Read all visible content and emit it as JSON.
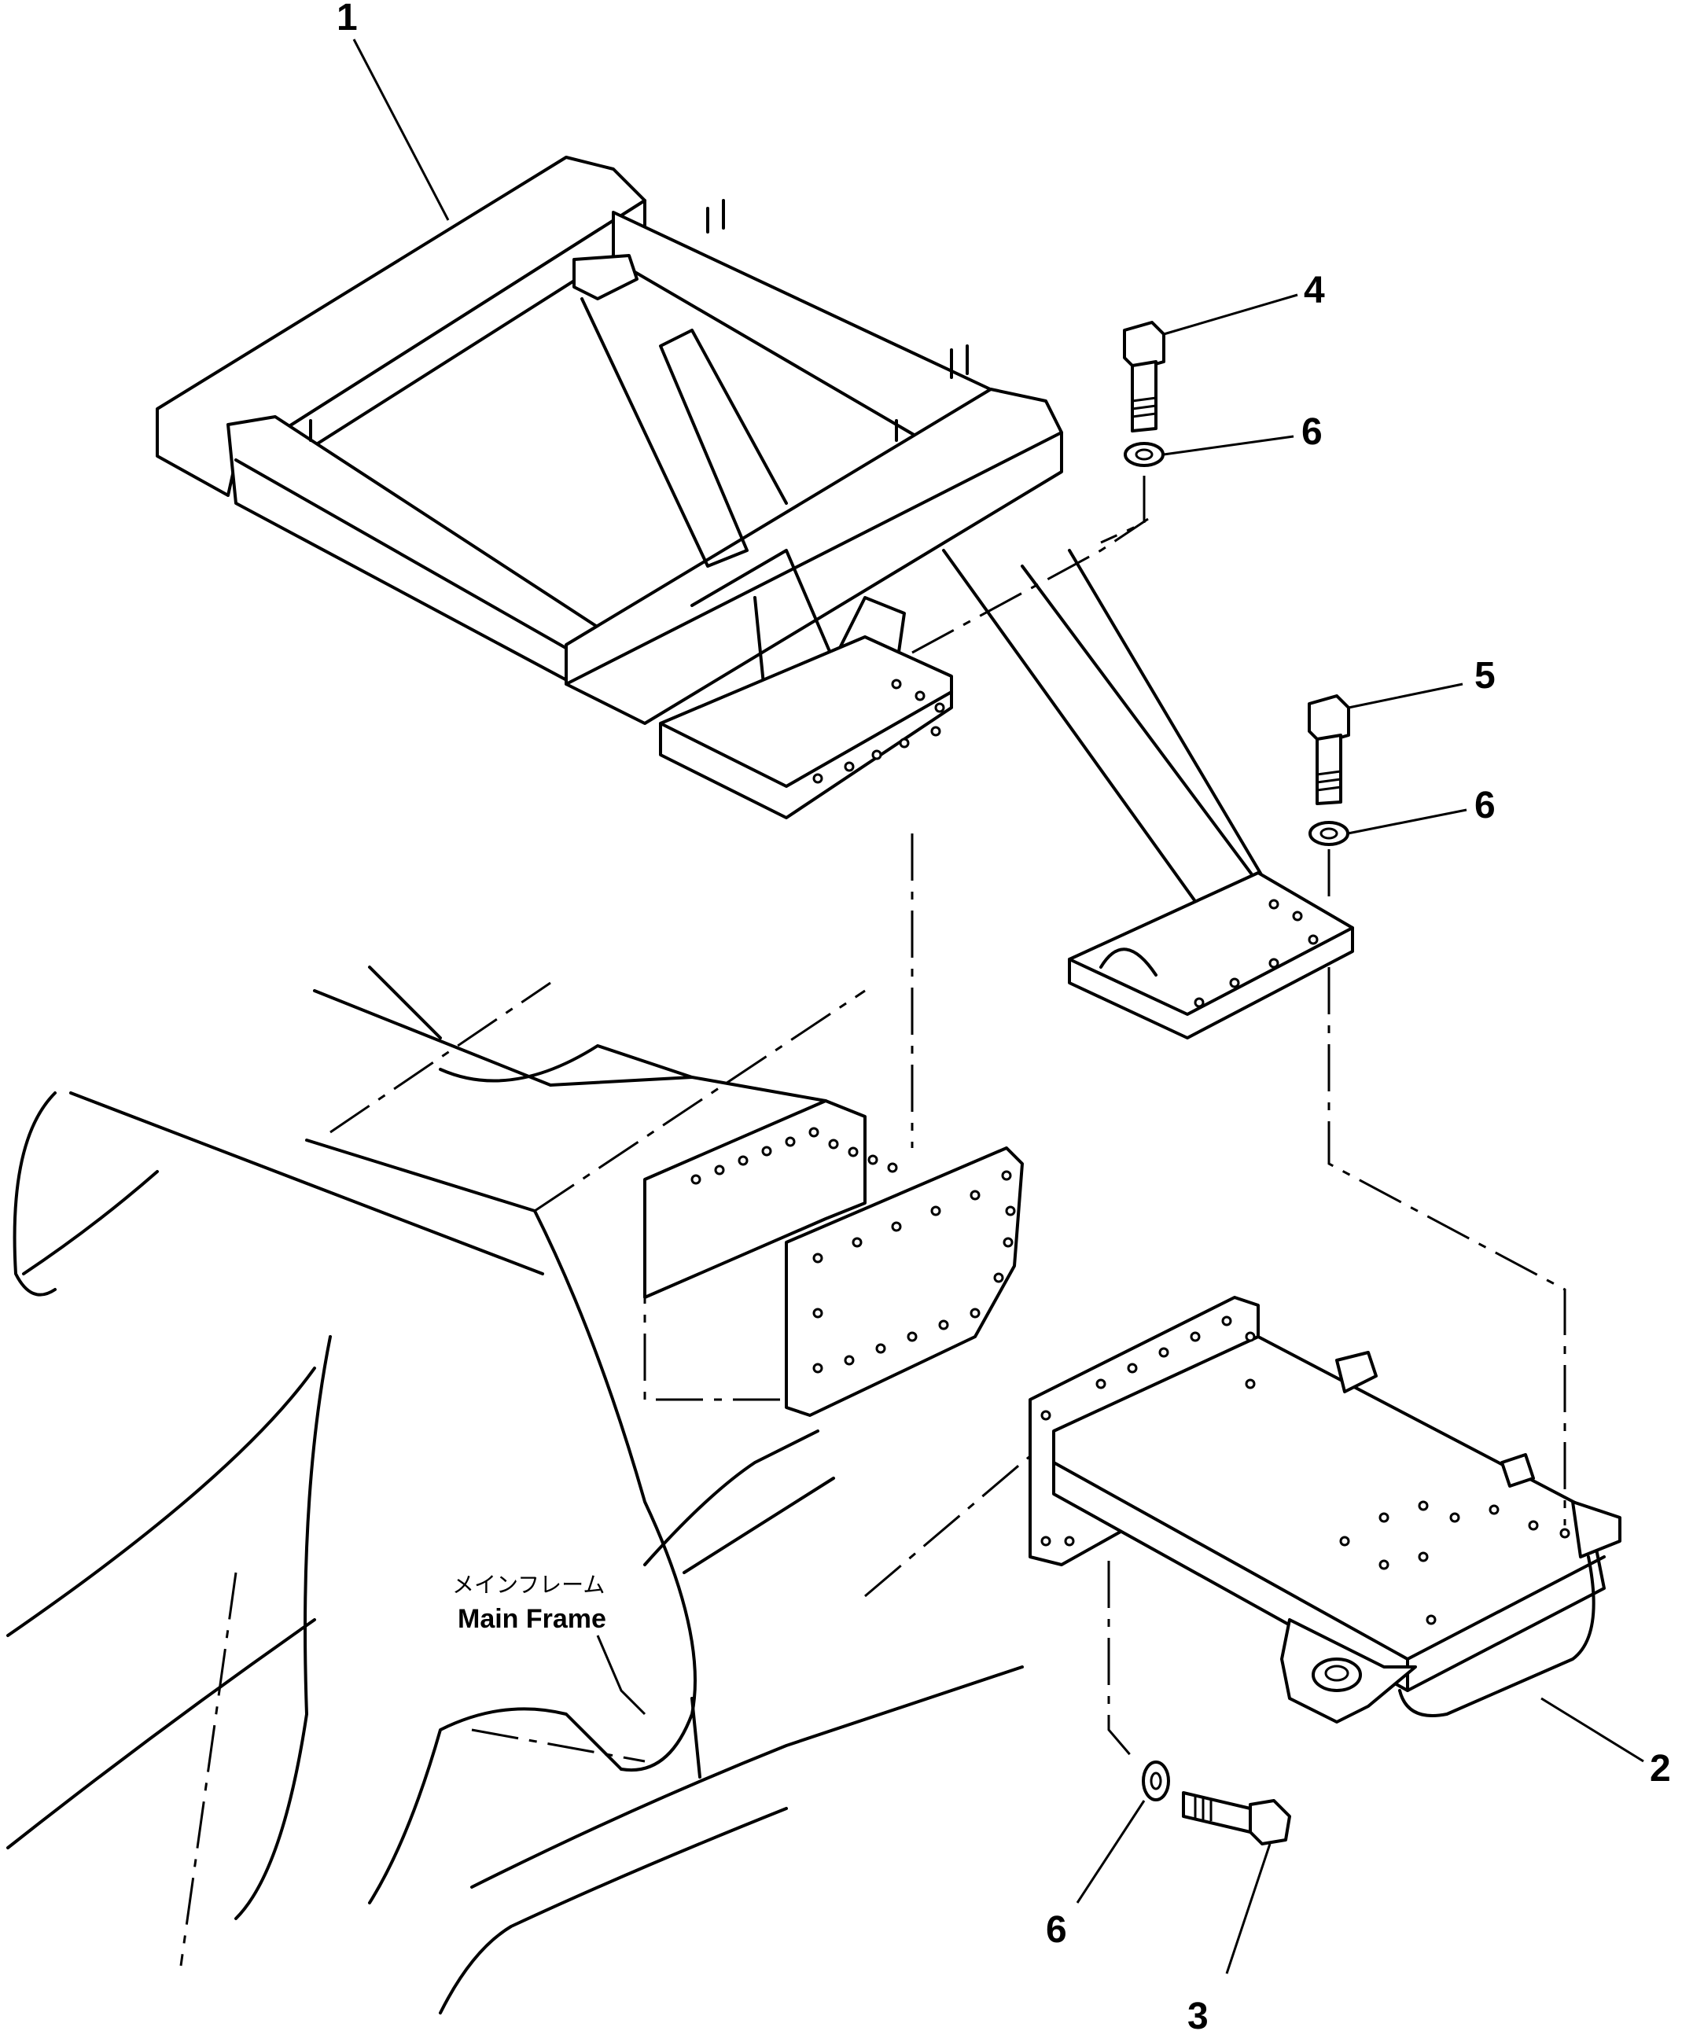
{
  "callouts": {
    "c1": "1",
    "c2": "2",
    "c3": "3",
    "c4": "4",
    "c5": "5",
    "c6a": "6",
    "c6b": "6",
    "c6c": "6"
  },
  "main_frame_label": {
    "japanese": "メインフレーム",
    "english": "Main Frame"
  }
}
